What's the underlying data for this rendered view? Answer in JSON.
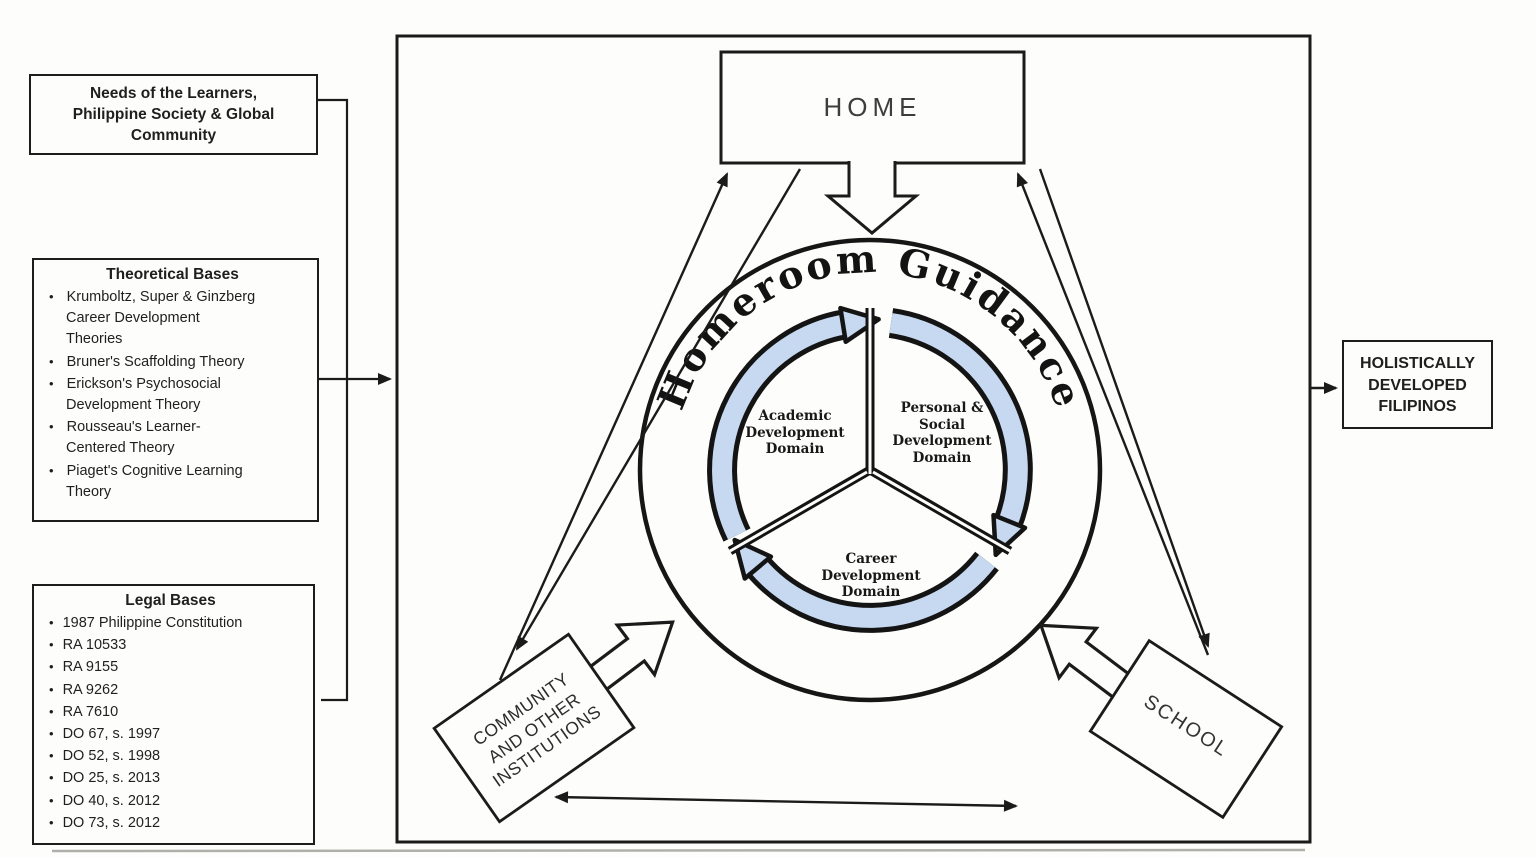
{
  "colors": {
    "ink": "#1b1b1b",
    "arc_blue": "#c6d9f1",
    "paper": "#fdfdfb",
    "shadow": "#b0b0aa"
  },
  "left_panel": {
    "needs_box": {
      "lines": [
        "Needs of the Learners,",
        "Philippine Society & Global",
        "Community"
      ]
    },
    "theoretical": {
      "title": "Theoretical Bases",
      "items": [
        [
          "Krumboltz, Super & Ginzberg",
          "Career Development",
          "Theories"
        ],
        [
          "Bruner's Scaffolding Theory"
        ],
        [
          "Erickson's Psychosocial",
          "Development Theory"
        ],
        [
          "Rousseau's Learner-",
          "Centered Theory"
        ],
        [
          "Piaget's Cognitive Learning",
          "Theory"
        ]
      ]
    },
    "legal": {
      "title": "Legal Bases",
      "items": [
        "1987 Philippine Constitution",
        "RA 10533",
        "RA 9155",
        "RA 9262",
        "RA 7610",
        "DO 67, s. 1997",
        "DO 52, s. 1998",
        "DO 25, s. 2013",
        "DO 40, s. 2012",
        "DO 73, s. 2012"
      ]
    }
  },
  "diagram": {
    "home_label": "HOME",
    "arc_title": "Homeroom Guidance",
    "domains": {
      "academic": {
        "lines": [
          "Academic",
          "Development",
          "Domain"
        ]
      },
      "personal_social": {
        "lines": [
          "Personal &",
          "Social",
          "Development",
          "Domain"
        ]
      },
      "career": {
        "lines": [
          "Career",
          "Development",
          "Domain"
        ]
      }
    },
    "community_box": {
      "lines": [
        "COMMUNITY",
        "AND OTHER",
        "INSTITUTIONS"
      ]
    },
    "school_label": "SCHOOL"
  },
  "outcome_box": {
    "lines": [
      "HOLISTICALLY",
      "DEVELOPED",
      "FILIPINOS"
    ]
  }
}
